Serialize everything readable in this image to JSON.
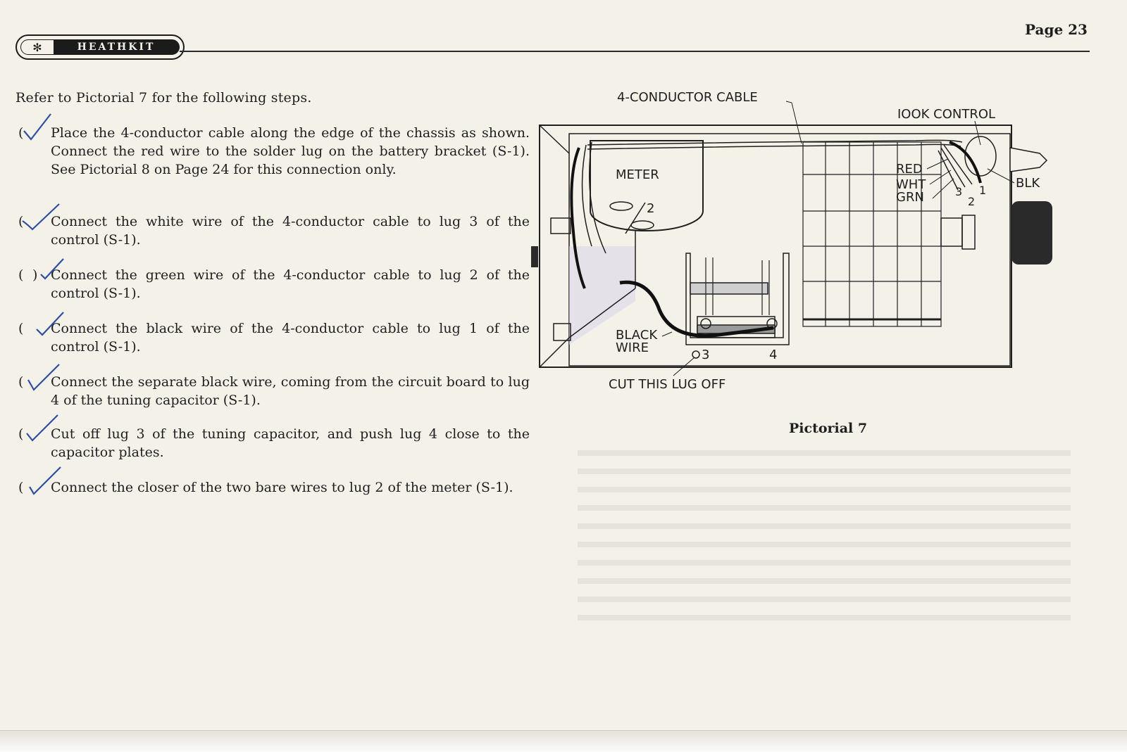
{
  "header": {
    "brand": "HEATHKIT",
    "page_label": "Page 23"
  },
  "intro": "Refer to Pictorial 7 for the following steps.",
  "steps": [
    {
      "text": "Place the 4-conductor cable along the edge of the chassis as shown. Connect the red wire to the solder lug on the battery bracket (S-1). See Pictorial 8 on Page 24 for this connection only.",
      "checked": true
    },
    {
      "text": "Connect the white wire of the 4-conductor cable to lug 3 of the control (S-1).",
      "checked": true
    },
    {
      "text": "Connect the green wire of the 4-conductor cable to lug 2 of the control (S-1).",
      "checked": true
    },
    {
      "text": "Connect the black wire of the 4-conductor cable to lug 1 of the control (S-1).",
      "checked": true
    },
    {
      "text": "Connect the separate black wire, coming from the circuit board to lug 4 of the tuning capacitor (S-1).",
      "checked": true
    },
    {
      "text": "Cut off lug 3 of the tuning capacitor, and push lug 4 close to the capacitor plates.",
      "checked": true
    },
    {
      "text": "Connect the closer of the two bare wires to lug 2 of the meter (S-1).",
      "checked": true
    }
  ],
  "pictorial": {
    "caption": "Pictorial 7",
    "labels": {
      "cable": "4-CONDUCTOR CABLE",
      "control": "IOOK CONTROL",
      "meter": "METER",
      "red": "RED",
      "wht": "WHT",
      "grn": "GRN",
      "blk": "BLK",
      "black_wire_1": "BLACK",
      "black_wire_2": "WIRE",
      "cut_lug": "CUT THIS LUG OFF",
      "meter_lug": "2",
      "cap_lug_3": "3",
      "cap_lug_4": "4",
      "ctrl_lug_3": "3",
      "ctrl_lug_2": "2",
      "ctrl_lug_1": "1"
    }
  },
  "colors": {
    "paper": "#f4f1e8",
    "ink": "#1f1f1f",
    "pen_blue": "#2d4fa8"
  }
}
